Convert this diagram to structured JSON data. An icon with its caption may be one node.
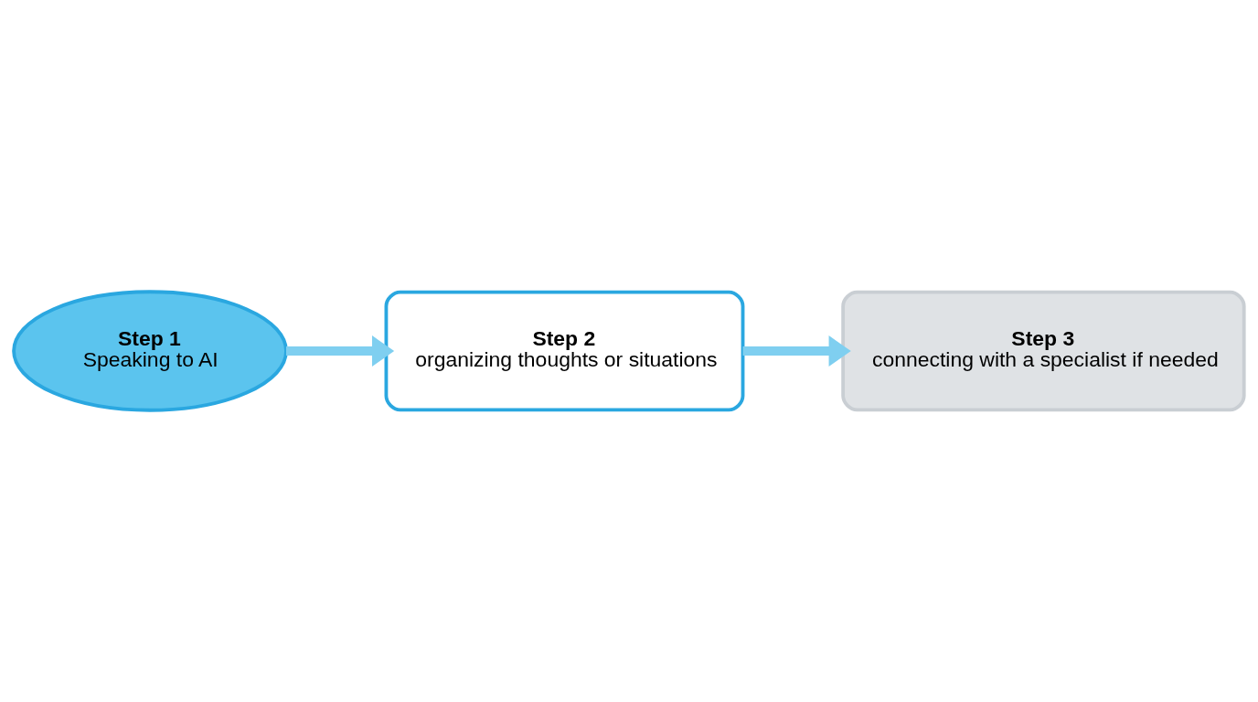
{
  "diagram": {
    "nodes": [
      {
        "text": [
          "Step 1",
          "Speaking to AI"
        ]
      },
      {
        "text": [
          "Step 2",
          "organizing thoughts or situations"
        ]
      },
      {
        "text": [
          "Step 3",
          "connecting with a specialist if needed"
        ]
      }
    ],
    "edges": [
      {
        "from": 0,
        "to": 1,
        "arrow": "to"
      },
      {
        "from": 1,
        "to": 2,
        "arrow": "to"
      }
    ]
  }
}
